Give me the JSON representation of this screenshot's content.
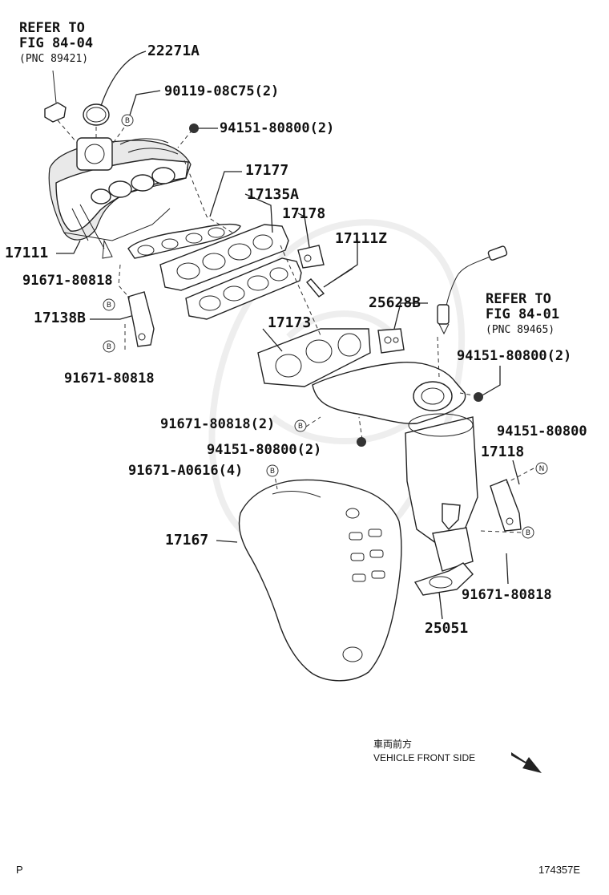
{
  "references": {
    "top_left": {
      "line1": "REFER TO",
      "line2": "FIG 84-04",
      "pnc": "(PNC 89421)"
    },
    "right": {
      "line1": "REFER TO",
      "line2": "FIG 84-01",
      "pnc": "(PNC 89465)"
    }
  },
  "parts": {
    "p22271A": "22271A",
    "p90119": "90119-08C75(2)",
    "p94151_top": "94151-80800(2)",
    "p17177": "17177",
    "p17135A": "17135A",
    "p17178": "17178",
    "p17111Z": "17111Z",
    "p17111": "17111",
    "p91671_a": "91671-80818",
    "p17138B": "17138B",
    "p91671_b": "91671-80818",
    "p25628B": "25628B",
    "p17173": "17173",
    "p94151_mid": "94151-80800(2)",
    "p91671_c": "91671-80818(2)",
    "p94151_low": "94151-80800(2)",
    "p91671_A0616": "91671-A0616(4)",
    "p94151_single": "94151-80800",
    "p17118": "17118",
    "p17167": "17167",
    "p91671_d": "91671-80818",
    "p25051": "25051"
  },
  "markers": {
    "b": "B",
    "n": "N"
  },
  "front": {
    "jp": "車両前方",
    "en": "VEHICLE FRONT SIDE"
  },
  "footer": {
    "left": "P",
    "right": "174357E"
  }
}
